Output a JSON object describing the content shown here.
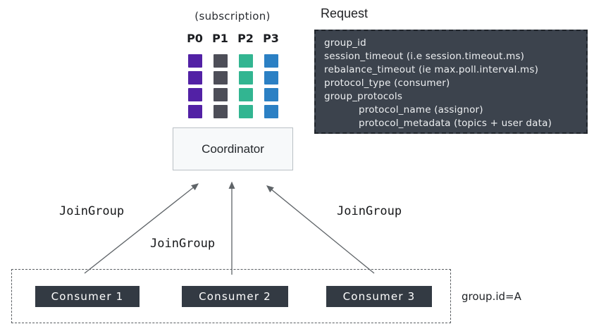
{
  "subscription": {
    "label": "(subscription)",
    "rows": 4,
    "partitions": [
      {
        "label": "P0",
        "color": "#5221a5"
      },
      {
        "label": "P1",
        "color": "#4d4e58"
      },
      {
        "label": "P2",
        "color": "#32b591"
      },
      {
        "label": "P3",
        "color": "#2b80c4"
      }
    ]
  },
  "request_panel": {
    "title": "Request",
    "lines": [
      {
        "text": "group_id",
        "indent": false
      },
      {
        "text": "session_timeout (i.e session.timeout.ms)",
        "indent": false
      },
      {
        "text": "rebalance_timeout (ie max.poll.interval.ms)",
        "indent": false
      },
      {
        "text": "protocol_type (consumer)",
        "indent": false
      },
      {
        "text": "group_protocols",
        "indent": false
      },
      {
        "text": "protocol_name (assignor)",
        "indent": true
      },
      {
        "text": "protocol_metadata (topics + user data)",
        "indent": true
      }
    ]
  },
  "coordinator": {
    "label": "Coordinator"
  },
  "join_group_labels": [
    "JoinGroup",
    "JoinGroup",
    "JoinGroup"
  ],
  "consumer_group": {
    "consumers": [
      {
        "label": "Consumer 1"
      },
      {
        "label": "Consumer 2"
      },
      {
        "label": "Consumer 3"
      }
    ],
    "group_label": "group.id=A"
  },
  "colors": {
    "canvas_bg": "#ffffff",
    "panel_dark": "#3c434d",
    "panel_border": "#20252b",
    "consumer_box": "#333a43",
    "coordinator_bg": "#f7f9fa",
    "coordinator_border": "#bac0c5",
    "arrow": "#5f6468"
  }
}
